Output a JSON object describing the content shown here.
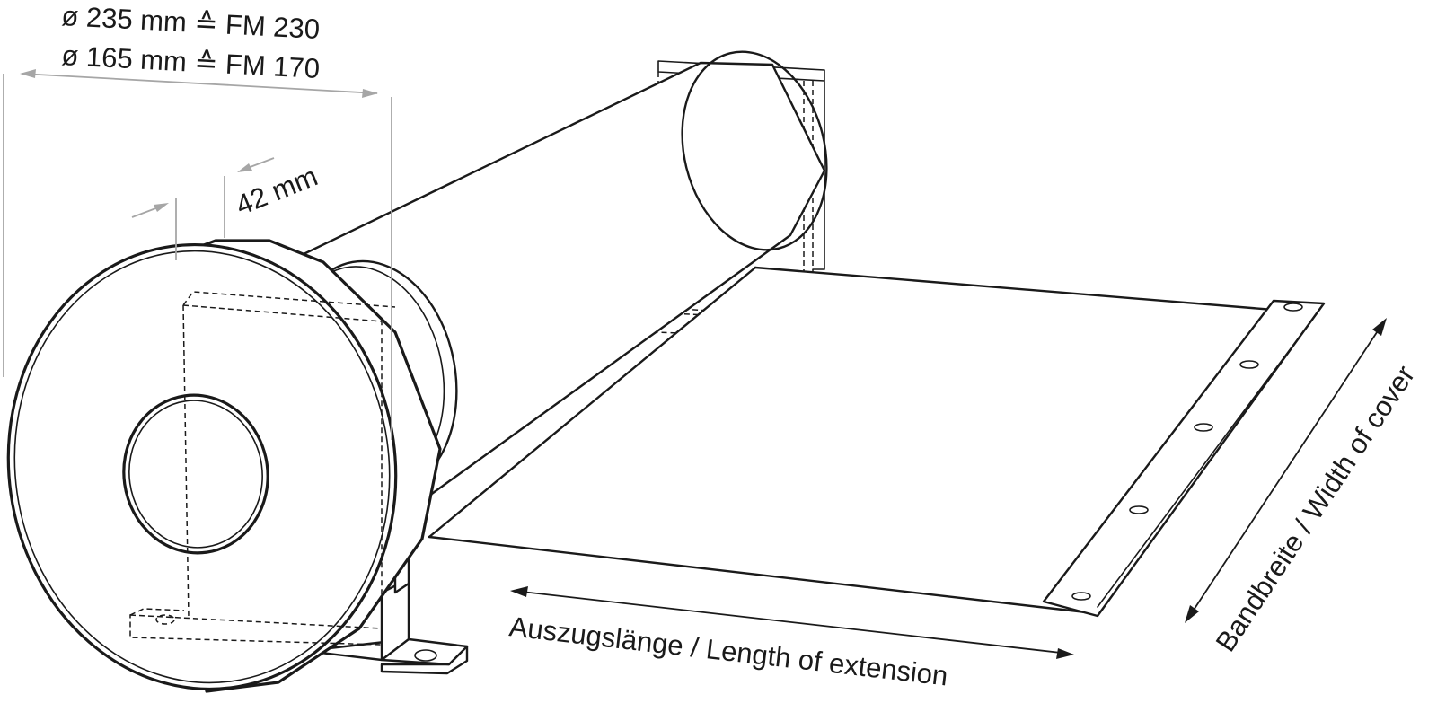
{
  "dimensions": {
    "diameter_large": "ø 235 mm ≙ FM 230",
    "diameter_small": "ø 165 mm ≙ FM 170",
    "flange_width": "42 mm"
  },
  "labels": {
    "extension_length": "Auszugslänge / Length of extension",
    "cover_width": "Bandbreite / Width of cover"
  }
}
